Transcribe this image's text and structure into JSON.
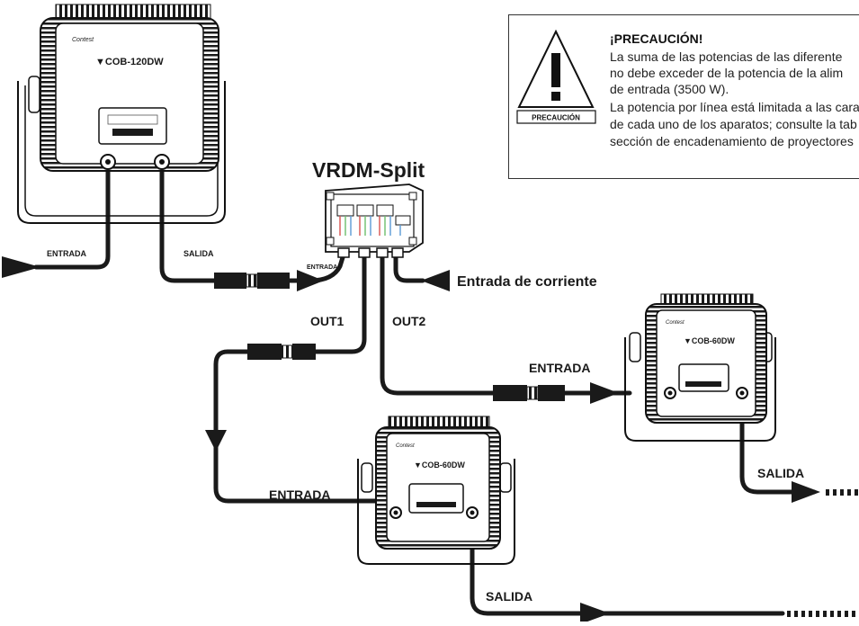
{
  "warning": {
    "icon": "warning-triangle-icon",
    "icon_label": "PRECAUCIÓN",
    "title": "¡PRECAUCIÓN!",
    "lines": [
      "La suma de las potencias de las diferente",
      "no debe exceder de la potencia de la alim",
      "de entrada (3500 W).",
      "La potencia por línea está limitada a las cara",
      "de cada uno de los aparatos; consulte la tab",
      "sección de encadenamiento de proyectores"
    ]
  },
  "splitter": {
    "title": "VRDM-Split",
    "input_label": "ENTRADA",
    "power_label": "Entrada de corriente",
    "out1": "OUT1",
    "out2": "OUT2"
  },
  "fixtures": {
    "top": {
      "model": "▼COB-120DW",
      "brand": "Contest",
      "in_label": "ENTRADA",
      "out_label": "SALIDA"
    },
    "right": {
      "model": "▼COB-60DW",
      "brand": "Contest",
      "in_label": "ENTRADA",
      "out_label": "SALIDA"
    },
    "bottom": {
      "model": "▼COB-60DW",
      "brand": "Contest",
      "in_label": "ENTRADA",
      "out_label": "SALIDA"
    }
  },
  "colors": {
    "cable": "#1a1a1a",
    "fixture_fill": "#2a2a2a",
    "outline": "#111111",
    "wire_red": "#d9534f",
    "wire_green": "#6cbf6c",
    "wire_blue": "#5b9bd5"
  }
}
